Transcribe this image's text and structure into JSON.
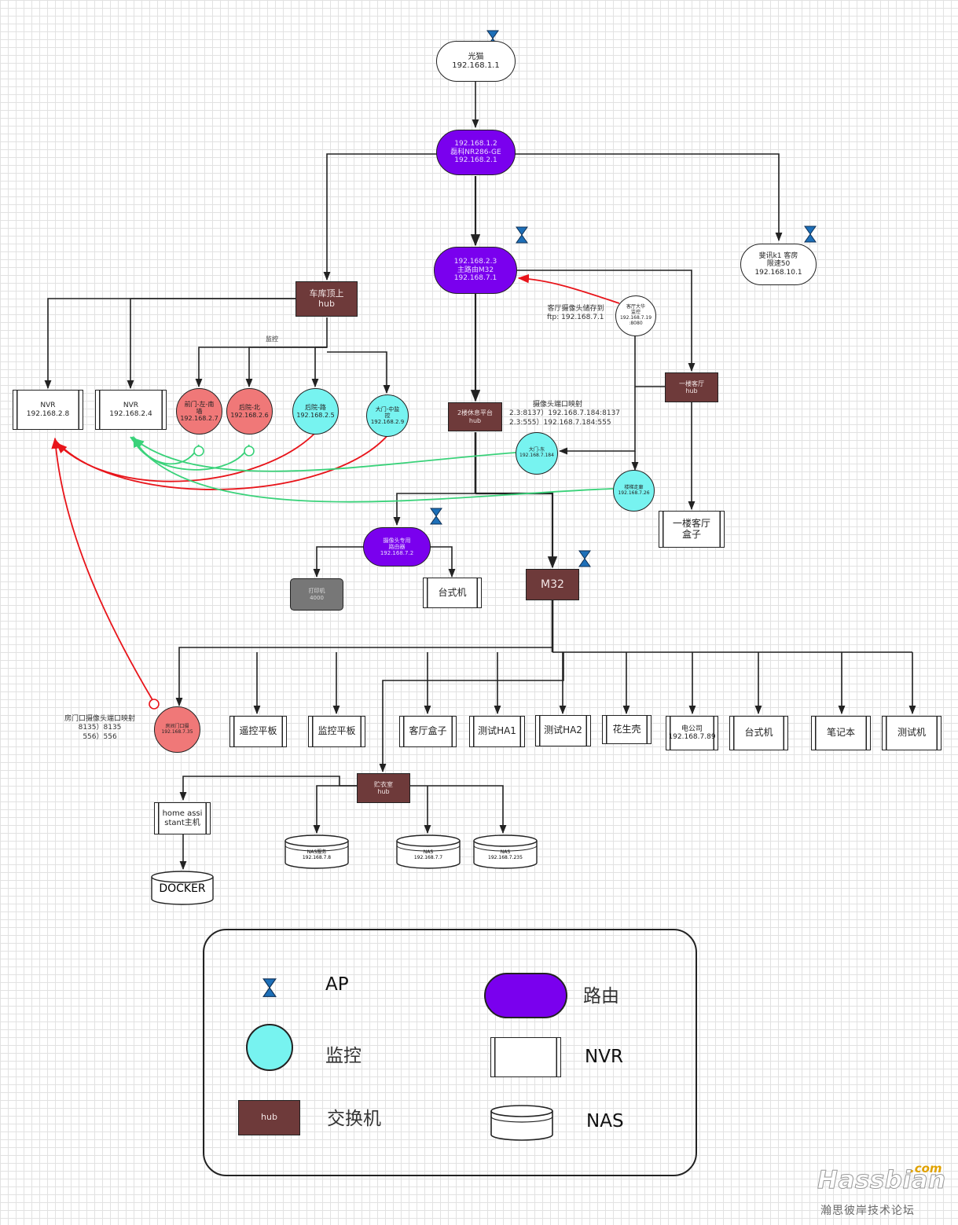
{
  "nodes": {
    "guangmao": {
      "lines": [
        "光猫",
        "192.168.1.1"
      ]
    },
    "router_main": {
      "lines": [
        "192.168.1.2",
        "磊科NR286-GE",
        "192.168.2.1"
      ]
    },
    "router_m32": {
      "lines": [
        "192.168.2.3",
        "主路由M32",
        "192.168.7.1"
      ]
    },
    "router_guest": {
      "lines": [
        "斐讯k1 客房",
        "限速50",
        "192.168.10.1"
      ]
    },
    "hub_garage": {
      "lines": [
        "车库顶上",
        "hub"
      ]
    },
    "hub_2f": {
      "lines": [
        "2楼休息平台",
        "hub"
      ]
    },
    "hub_1f": {
      "lines": [
        "一楼客厅",
        "hub"
      ]
    },
    "hub_m32": {
      "lines": [
        "M32"
      ]
    },
    "hub_store": {
      "lines": [
        "贮衣室",
        "hub"
      ]
    },
    "router_camnet": {
      "lines": [
        "摄像头专用",
        "路由器",
        "192.168.7.2"
      ]
    },
    "nvr1": {
      "lines": [
        "NVR",
        "192.168.2.8"
      ]
    },
    "nvr2": {
      "lines": [
        "NVR",
        "192.168.2.4"
      ]
    },
    "cam_front_left": {
      "lines": [
        "前门-左-南",
        "墙",
        "192.168.2.7"
      ]
    },
    "cam_back_north": {
      "lines": [
        "后院-北",
        "192.168.2.6"
      ]
    },
    "cam_backyard_road": {
      "lines": [
        "后院-路",
        "192.168.2.5"
      ]
    },
    "cam_gate_mid": {
      "lines": [
        "大门-中监",
        "控",
        "192.168.2.9"
      ]
    },
    "cam_living": {
      "lines": [
        "客厅大华",
        "监控",
        "192.168.7.19",
        ":8080"
      ]
    },
    "cam_door": {
      "lines": [
        "大门-东",
        "192.168.7.184"
      ]
    },
    "cam_stair": {
      "lines": [
        "楼梯走廊",
        "192.168.7.26"
      ]
    },
    "cam_room_door": {
      "lines": [
        "房间门口摄",
        "192.168.7.35"
      ]
    },
    "box_1f": {
      "lines": [
        "一楼客厅",
        "盒子"
      ]
    },
    "desktop_a": {
      "lines": [
        "台式机"
      ]
    },
    "gray_box": {
      "lines": [
        "打印机",
        "4000"
      ]
    },
    "dev_1": {
      "lines": [
        "遥控平板"
      ]
    },
    "dev_2": {
      "lines": [
        "监控平板"
      ]
    },
    "dev_3": {
      "lines": [
        "客厅盒子"
      ]
    },
    "dev_4": {
      "lines": [
        "测试HA1"
      ]
    },
    "dev_5": {
      "lines": [
        "测试HA2"
      ]
    },
    "dev_6": {
      "lines": [
        "花生壳"
      ]
    },
    "dev_7": {
      "lines": [
        "电公司",
        "192.168.7.89"
      ]
    },
    "dev_8": {
      "lines": [
        "台式机"
      ]
    },
    "dev_9": {
      "lines": [
        "笔记本"
      ]
    },
    "dev_10": {
      "lines": [
        "测试机"
      ]
    },
    "ha_host": {
      "lines": [
        "home assi",
        "stant主机"
      ]
    },
    "nas_1": {
      "lines": [
        "NAS服务",
        "192.168.7.8"
      ]
    },
    "nas_2": {
      "lines": [
        "NAS",
        "192.168.7.7"
      ]
    },
    "nas_3": {
      "lines": [
        "NAS",
        "192.168.7.235"
      ]
    },
    "docker": {
      "lines": [
        "DOCKER"
      ]
    }
  },
  "labels": {
    "garage_note": [
      "监控"
    ],
    "ftp_note": [
      "客厅摄像头储存到",
      "ftp: 192.168.7.1"
    ],
    "port_map": [
      "摄像头端口映射",
      "2.3:8137）192.168.7.184:8137",
      "2.3:555）192.168.7.184:555"
    ],
    "room_map": [
      "房门口摄像头端口映射",
      "8135）8135",
      "556）556"
    ]
  },
  "legend": {
    "ap": "AP",
    "router": "路由",
    "camera": "监控",
    "nvr": "NVR",
    "hub_swatch": "hub",
    "switch": "交换机",
    "nas": "NAS"
  },
  "watermark": {
    "brand": "Hassbian",
    "com": ".com",
    "sub": "瀚思彼岸技术论坛"
  },
  "colors": {
    "router": "#7a00ee",
    "hub": "#6e3a3a",
    "camera": "#77f3f0",
    "camera_alt": "#f07878",
    "ap": "#1d6fb8",
    "red_link": "#e8141a",
    "green_link": "#3ad27a"
  }
}
